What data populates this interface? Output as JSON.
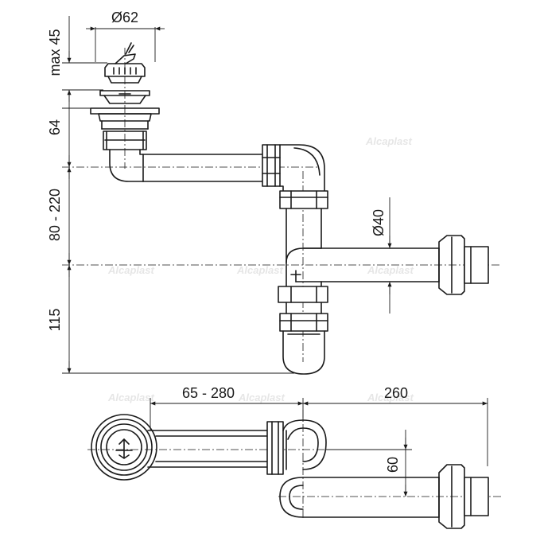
{
  "dimensions": {
    "d_strainer": "Ø62",
    "max_height": "max 45",
    "flange_height": "64",
    "adjust_height": "80 - 220",
    "trap_depth": "115",
    "pipe_diameter": "Ø40",
    "horizontal_range": "65 - 280",
    "outlet_length": "260",
    "offset": "60"
  },
  "watermark": "Alcaplast"
}
